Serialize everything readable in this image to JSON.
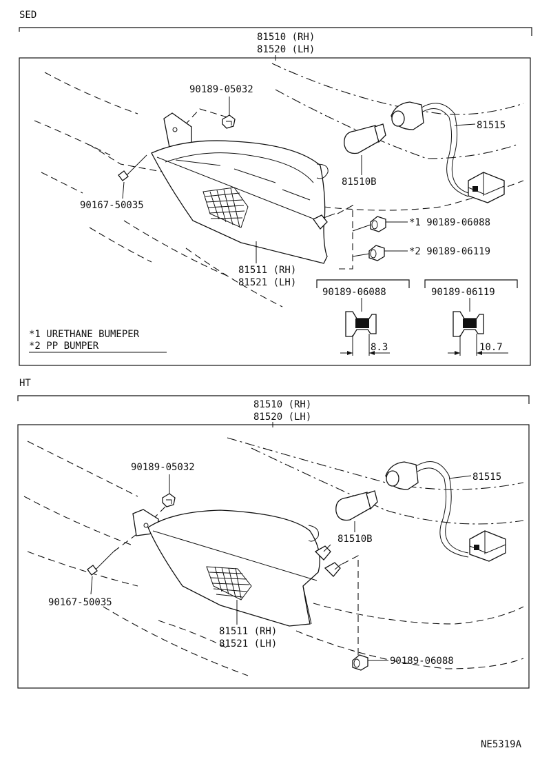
{
  "sections": {
    "sed": {
      "label": "SED",
      "parts": {
        "lamp_assy_rh": "81510 (RH)",
        "lamp_assy_lh": "81520 (LH)",
        "nut_top": "90189-05032",
        "socket": "81515",
        "bulb": "81510B",
        "screw": "90167-50035",
        "nut_1": "*1  90189-06088",
        "nut_2": "*2  90189-06119",
        "lens_rh": "81511 (RH)",
        "lens_lh": "81521 (LH)",
        "detail_a_title": "90189-06088",
        "detail_a_dim": "8.3",
        "detail_b_title": "90189-06119",
        "detail_b_dim": "10.7"
      },
      "notes": [
        "*1 URETHANE BUMEPER",
        "*2 PP BUMPER"
      ]
    },
    "ht": {
      "label": "HT",
      "parts": {
        "lamp_assy_rh": "81510 (RH)",
        "lamp_assy_lh": "81520 (LH)",
        "nut_top": "90189-05032",
        "socket": "81515",
        "bulb": "81510B",
        "screw": "90167-50035",
        "lens_rh": "81511 (RH)",
        "lens_lh": "81521 (LH)",
        "nut_bottom": "90189-06088"
      }
    }
  },
  "footer": {
    "code": "NE5319A"
  }
}
